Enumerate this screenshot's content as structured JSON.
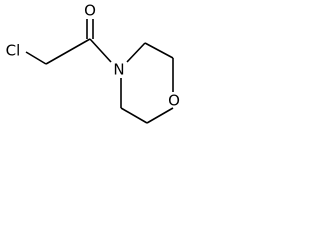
{
  "molecule": {
    "atoms": {
      "chlorine": "Cl",
      "carbonyl_oxygen": "O",
      "ring_nitrogen": "N",
      "ring_oxygen": "O"
    }
  }
}
